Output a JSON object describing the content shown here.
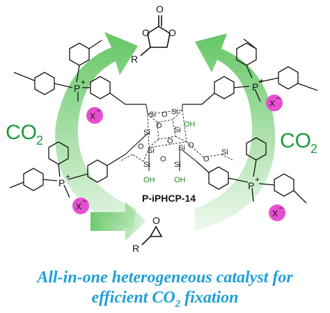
{
  "figure": {
    "catalyst_label": "P-iPHCP-14",
    "co2_left": "CO",
    "co2_left_sub": "2",
    "co2_right": "CO",
    "co2_right_sub": "2",
    "carbonate_R": "R",
    "epoxide_R": "R",
    "anion": "X",
    "anion_charge": "−",
    "phosphonium": "P",
    "phosphonium_charge": "+",
    "silicon": "Si",
    "oxygen": "O",
    "hydroxyl": "OH",
    "carbonyl_o": "O",
    "ring_o": "O",
    "colors": {
      "arrow_green": "#5cc45c",
      "co2_green": "#1a9a3c",
      "anion_pink": "#e64fd0",
      "caption_blue": "#1e9fd6",
      "hydroxyl_green": "#1e8a1e"
    }
  },
  "caption": {
    "line1": "All-in-one heterogeneous catalyst for",
    "line2_a": "efficient CO",
    "line2_sub": "2",
    "line2_b": " fixation"
  }
}
